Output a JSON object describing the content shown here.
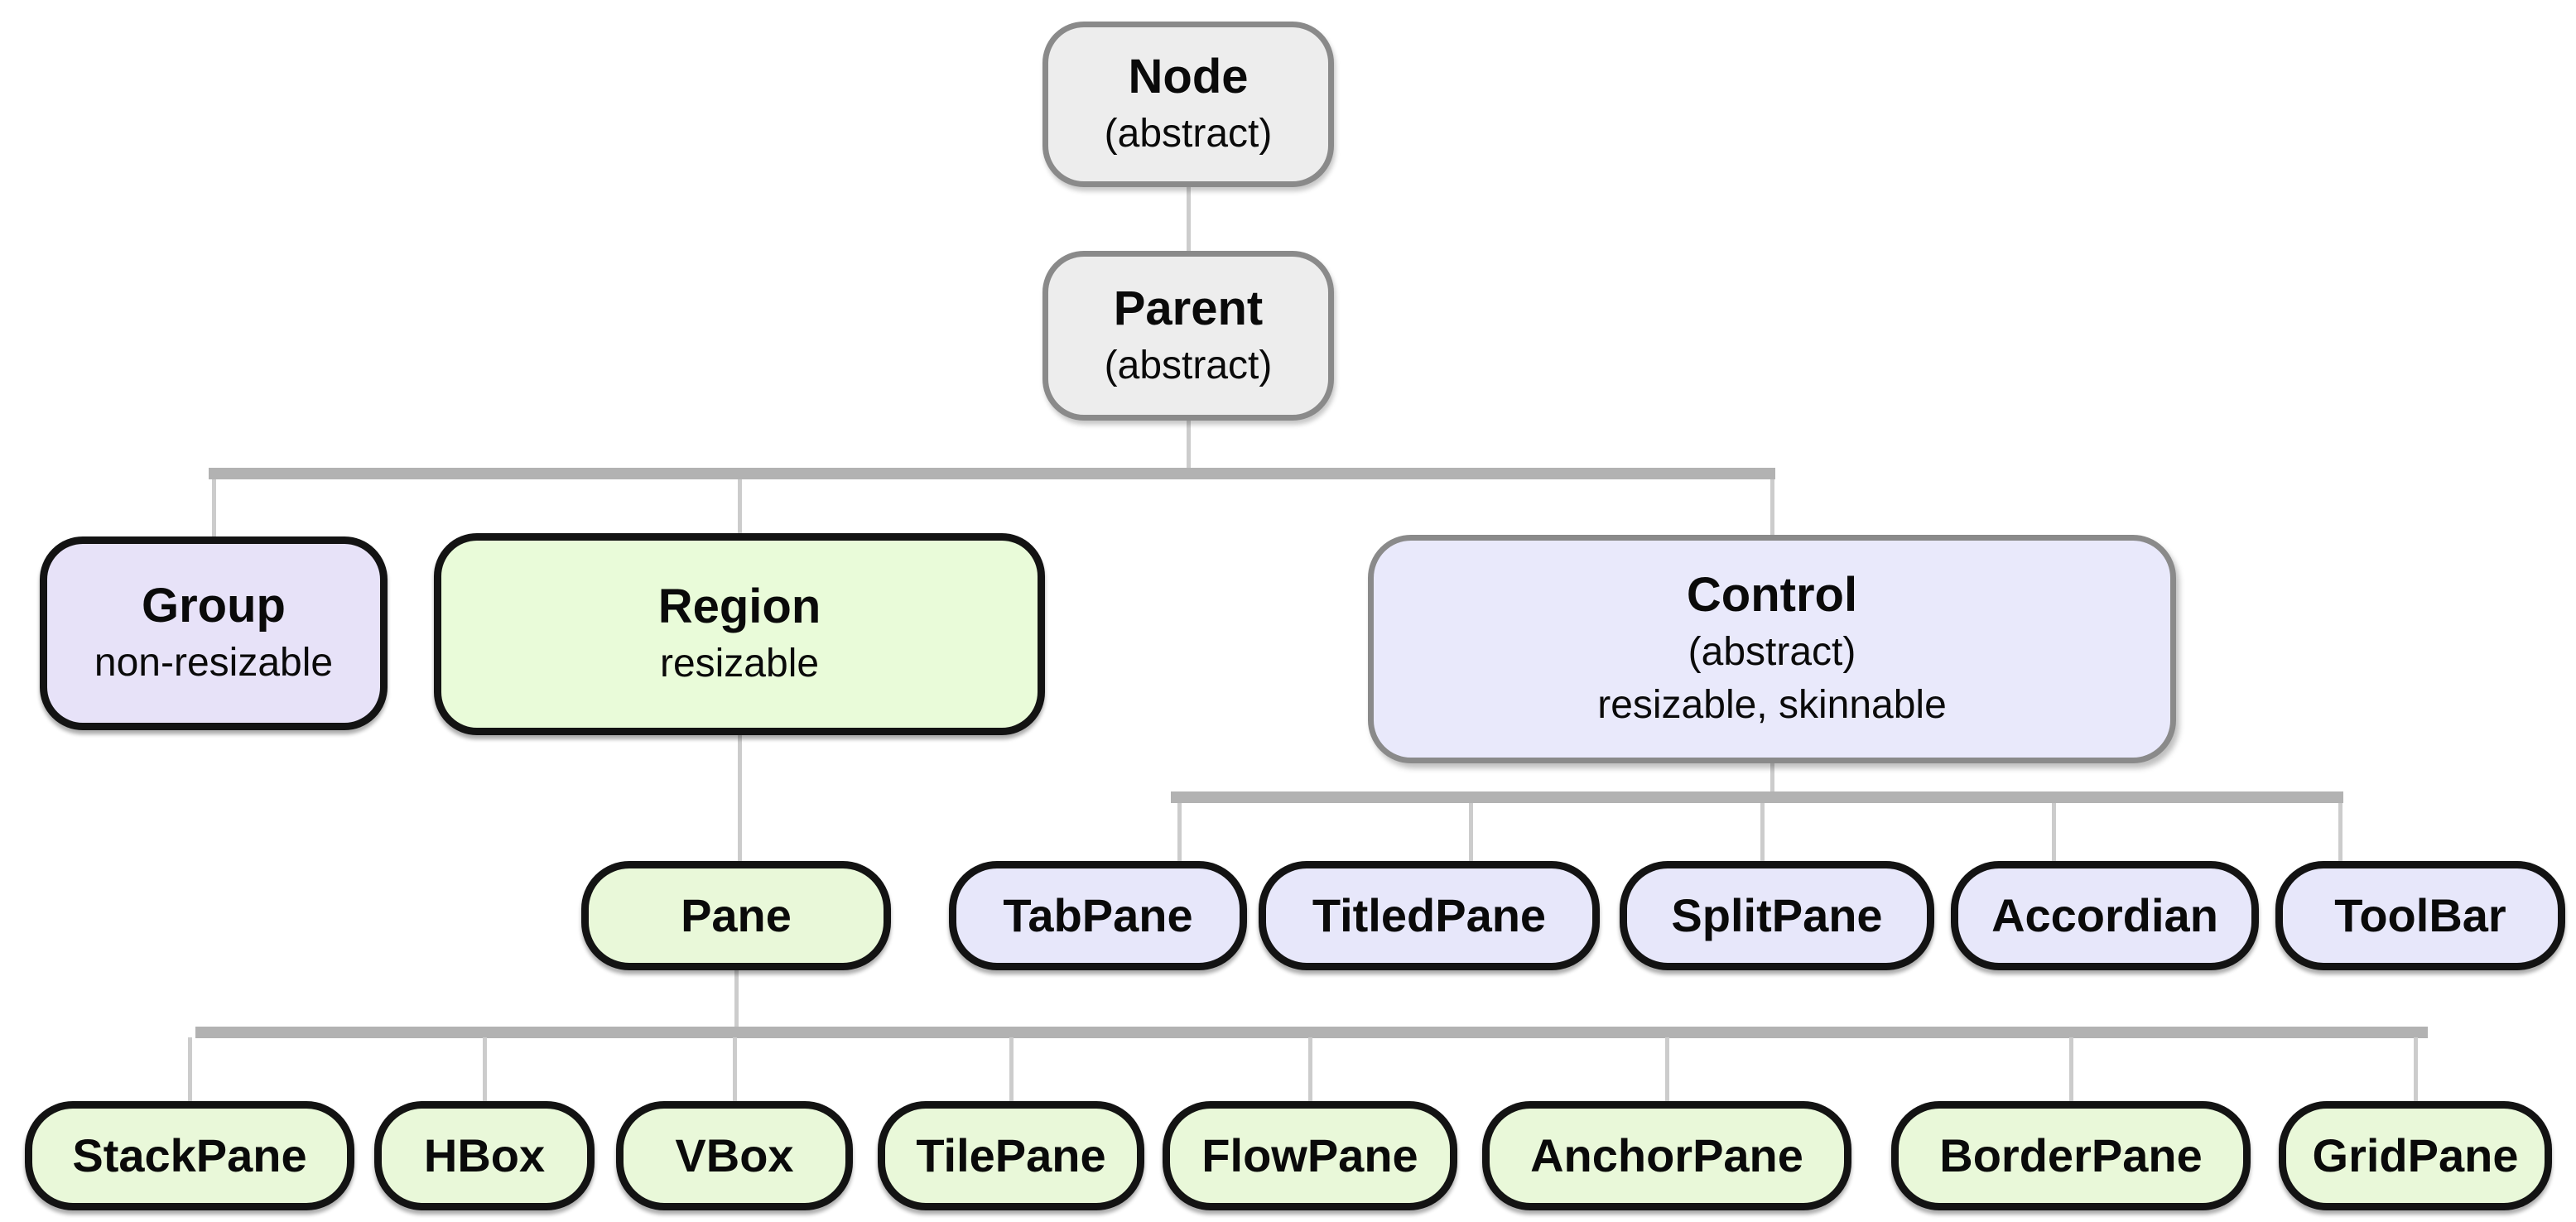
{
  "nodes": {
    "node": {
      "title": "Node",
      "subtitle": "(abstract)"
    },
    "parent": {
      "title": "Parent",
      "subtitle": "(abstract)"
    },
    "group": {
      "title": "Group",
      "subtitle": "non-resizable"
    },
    "region": {
      "title": "Region",
      "subtitle": "resizable"
    },
    "control": {
      "title": "Control",
      "subtitle": "(abstract)",
      "subtitle2": "resizable, skinnable"
    },
    "pane": {
      "title": "Pane"
    },
    "tab_pane": {
      "title": "TabPane"
    },
    "titled_pane": {
      "title": "TitledPane"
    },
    "split_pane": {
      "title": "SplitPane"
    },
    "accordian": {
      "title": "Accordian"
    },
    "tool_bar": {
      "title": "ToolBar"
    },
    "stack_pane": {
      "title": "StackPane"
    },
    "hbox": {
      "title": "HBox"
    },
    "vbox": {
      "title": "VBox"
    },
    "tile_pane": {
      "title": "TilePane"
    },
    "flow_pane": {
      "title": "FlowPane"
    },
    "anchor_pane": {
      "title": "AnchorPane"
    },
    "border_pane": {
      "title": "BorderPane"
    },
    "grid_pane": {
      "title": "GridPane"
    }
  },
  "hierarchy": [
    {
      "parent": "Node",
      "children": [
        "Parent"
      ]
    },
    {
      "parent": "Parent",
      "children": [
        "Group",
        "Region",
        "Control"
      ]
    },
    {
      "parent": "Region",
      "children": [
        "Pane"
      ]
    },
    {
      "parent": "Control",
      "children": [
        "TabPane",
        "TitledPane",
        "SplitPane",
        "Accordian",
        "ToolBar"
      ]
    },
    {
      "parent": "Pane",
      "children": [
        "StackPane",
        "HBox",
        "VBox",
        "TilePane",
        "FlowPane",
        "AnchorPane",
        "BorderPane",
        "GridPane"
      ]
    }
  ],
  "colors": {
    "abstract_fill": "#ededed",
    "abstract_border": "#8a8a8a",
    "control_fill": "#e9e9fb",
    "lavender_fill": "#e7e7fa",
    "group_fill": "#e7e2f8",
    "green_fill": "#e9fbd9",
    "black_border": "#131313",
    "connector_bar": "#b2b2b2",
    "connector_line": "#cccccc"
  }
}
